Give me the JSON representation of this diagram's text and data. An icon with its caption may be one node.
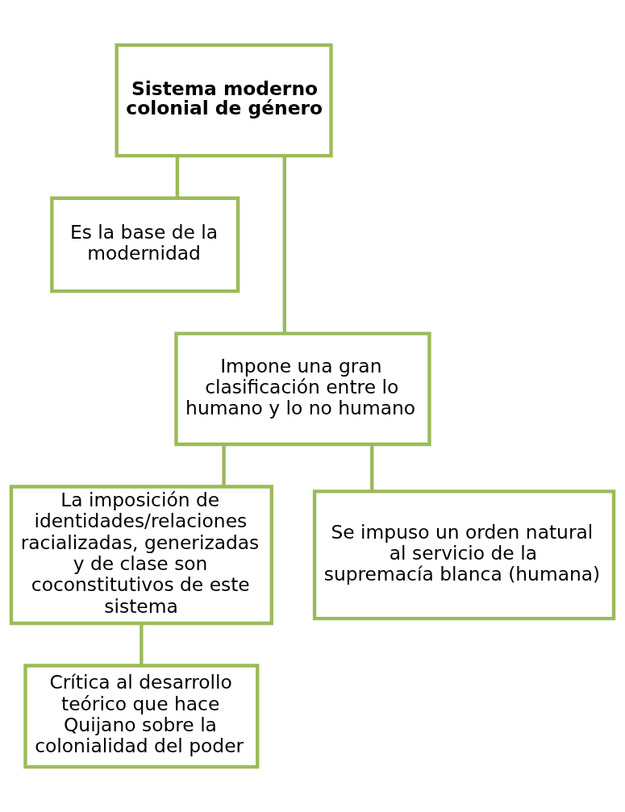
{
  "diagram": {
    "nodes": [
      {
        "text": [
          "Sistema moderno colonial de género"
        ]
      },
      {
        "text": [
          "Es la base de la modernidad"
        ]
      },
      {
        "text": [
          "Impone una gran clasificación entre lo humano y lo no humano"
        ]
      },
      {
        "text": [
          "La imposición de identidades/relaciones racializadas, generizadas y de clase son coconstitutivos de este sistema"
        ]
      },
      {
        "text": [
          "Se impuso un orden natural al servicio de la supremacía blanca (humana)"
        ]
      },
      {
        "text": [
          "Crítica al desarrollo teórico que hace Quijano sobre la colonialidad del poder"
        ]
      }
    ],
    "edges": [
      {
        "from": 0,
        "to": 1,
        "arrow": "none"
      },
      {
        "from": 0,
        "to": 2,
        "arrow": "none"
      },
      {
        "from": 2,
        "to": 3,
        "arrow": "none"
      },
      {
        "from": 2,
        "to": 4,
        "arrow": "none"
      },
      {
        "from": 3,
        "to": 5,
        "arrow": "none"
      }
    ]
  }
}
